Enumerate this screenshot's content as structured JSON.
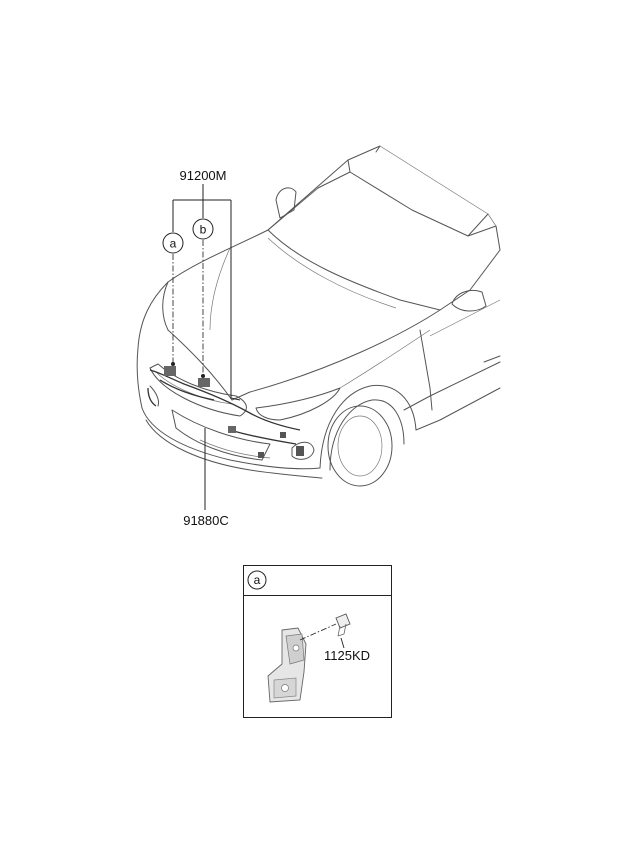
{
  "parts": {
    "wiring_main": "91200M",
    "wiring_bumper": "91880C",
    "bolt": "1125KD"
  },
  "callouts": {
    "a": "a",
    "b": "b"
  },
  "detail_box": {
    "callout": "a"
  }
}
